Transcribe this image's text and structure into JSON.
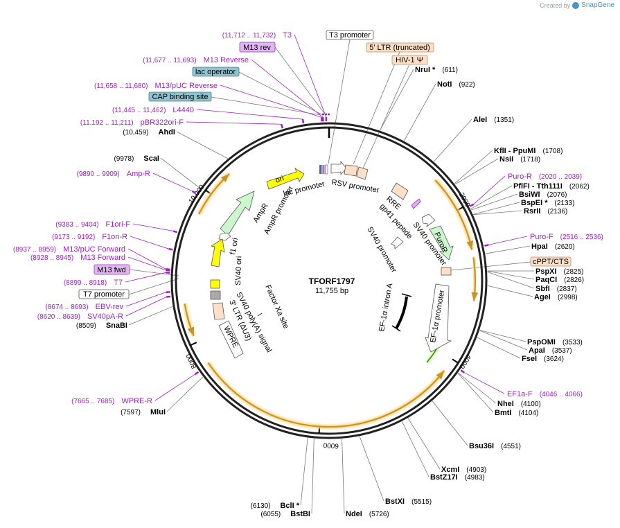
{
  "header": {
    "created_by": "Created by",
    "brand": "SnapGene"
  },
  "plasmid": {
    "name": "TFORF1797",
    "length": "11,755 bp",
    "total_bp": 11755
  },
  "ruler": [
    {
      "bp": 2000,
      "label": "2000"
    },
    {
      "bp": 4000,
      "label": "4000"
    },
    {
      "bp": 6000,
      "label": "6000"
    },
    {
      "bp": 8000,
      "label": "8000"
    },
    {
      "bp": 10000,
      "label": "10,000"
    }
  ],
  "sites": [
    {
      "name": "NruI",
      "pos": "(611)",
      "star": true,
      "bp": 611
    },
    {
      "name": "NotI",
      "pos": "(922)",
      "bp": 922
    },
    {
      "name": "AleI",
      "pos": "(1351)",
      "bp": 1351
    },
    {
      "name": "KflI - PpuMI",
      "pos": "(1708)",
      "bp": 1708
    },
    {
      "name": "NsiI",
      "pos": "(1718)",
      "bp": 1718
    },
    {
      "name": "PflFI - Tth111I",
      "pos": "(2062)",
      "bp": 2062
    },
    {
      "name": "BsiWI",
      "pos": "(2076)",
      "bp": 2076
    },
    {
      "name": "BspEI",
      "pos": "(2133)",
      "star": true,
      "bp": 2133
    },
    {
      "name": "RsrII",
      "pos": "(2136)",
      "bp": 2136
    },
    {
      "name": "HpaI",
      "pos": "(2620)",
      "bp": 2620
    },
    {
      "name": "PspXI",
      "pos": "(2825)",
      "bp": 2825
    },
    {
      "name": "PaqCI",
      "pos": "(2826)",
      "bp": 2826
    },
    {
      "name": "SbfI",
      "pos": "(2837)",
      "bp": 2837
    },
    {
      "name": "AgeI",
      "pos": "(2998)",
      "bp": 2998
    },
    {
      "name": "PspOMI",
      "pos": "(3533)",
      "bp": 3533
    },
    {
      "name": "ApaI",
      "pos": "(3537)",
      "bp": 3537
    },
    {
      "name": "FseI",
      "pos": "(3624)",
      "bp": 3624
    },
    {
      "name": "NheI",
      "pos": "(4100)",
      "bp": 4100
    },
    {
      "name": "BmtI",
      "pos": "(4104)",
      "bp": 4104
    },
    {
      "name": "Bsu36I",
      "pos": "(4551)",
      "bp": 4551
    },
    {
      "name": "XcmI",
      "pos": "(4903)",
      "bp": 4903
    },
    {
      "name": "BstZ17I",
      "pos": "(4983)",
      "bp": 4983
    },
    {
      "name": "BstXI",
      "pos": "(5515)",
      "bp": 5515
    },
    {
      "name": "NdeI",
      "pos": "(5726)",
      "bp": 5726
    },
    {
      "name": "BstBI",
      "pos": "(6055)",
      "bp": 6055
    },
    {
      "name": "BclI",
      "pos": "(6130)",
      "star": true,
      "bp": 6130
    },
    {
      "name": "MluI",
      "pos": "(7597)",
      "bp": 7597
    },
    {
      "name": "SnaBI",
      "pos": "(8509)",
      "bp": 8509
    },
    {
      "name": "ScaI",
      "pos": "(9978)",
      "bp": 9978
    },
    {
      "name": "AhdI",
      "pos": "(10,459)",
      "bp": 10459
    }
  ],
  "primers": [
    {
      "name": "T3",
      "range": "(11,712 .. 11,732)",
      "bp": 11722
    },
    {
      "name": "M13 Reverse",
      "range": "(11,677 .. 11,693)",
      "bp": 11685
    },
    {
      "name": "M13/pUC Reverse",
      "range": "(11,658 .. 11,680)",
      "bp": 11669
    },
    {
      "name": "L4440",
      "range": "(11,445 .. 11,462)",
      "bp": 11453
    },
    {
      "name": "pBR322ori-F",
      "range": "(11,192 .. 11,211)",
      "bp": 11201
    },
    {
      "name": "Amp-R",
      "range": "(9890 .. 9909)",
      "bp": 9900
    },
    {
      "name": "F1ori-F",
      "range": "(9383 .. 9404)",
      "bp": 9393
    },
    {
      "name": "F1ori-R",
      "range": "(9173 .. 9192)",
      "bp": 9182
    },
    {
      "name": "M13/pUC Forward",
      "range": "(8937 .. 8959)",
      "bp": 8948
    },
    {
      "name": "M13 Forward",
      "range": "(8928 .. 8945)",
      "bp": 8936
    },
    {
      "name": "T7",
      "range": "(8899 .. 8918)",
      "bp": 8908
    },
    {
      "name": "EBV-rev",
      "range": "(8674 .. 8693)",
      "bp": 8683
    },
    {
      "name": "SV40pA-R",
      "range": "(8620 .. 8639)",
      "bp": 8630
    },
    {
      "name": "WPRE-R",
      "range": "(7665 .. 7685)",
      "bp": 7675
    },
    {
      "name": "Puro-R",
      "range": "(2020 .. 2039)",
      "bp": 2030
    },
    {
      "name": "Puro-F",
      "range": "(2516 .. 2536)",
      "bp": 2526
    },
    {
      "name": "EF1a-F",
      "range": "(4046 .. 4066)",
      "bp": 4056
    }
  ],
  "boxed_labels": [
    {
      "text": "T3 promoter",
      "kind": "promoter"
    },
    {
      "text": "5' LTR (truncated)",
      "kind": "ltr"
    },
    {
      "text": "HIV-1 Ψ",
      "kind": "ltr"
    },
    {
      "text": "M13 rev",
      "kind": "primer_bind"
    },
    {
      "text": "lac operator",
      "kind": "operator"
    },
    {
      "text": "CAP binding site",
      "kind": "operator"
    },
    {
      "text": "cPPT/CTS",
      "kind": "ltr"
    },
    {
      "text": "M13 fwd",
      "kind": "primer_bind"
    },
    {
      "text": "T7 promoter",
      "kind": "promoter"
    }
  ],
  "features": {
    "ori": "ori",
    "ampr": "AmpR",
    "ampr_promoter": "AmpR promoter",
    "f1_ori": "f1 ori",
    "sv40_ori": "SV40 ori",
    "lac_promoter": "lac promoter",
    "rsv_promoter": "RSV promoter",
    "rre": "RRE",
    "gp41": "gp41 peptide",
    "sv40_promoter_1": "SV40 promoter",
    "sv40_promoter_2": "SV40 promoter",
    "puror": "PuroR",
    "ef1a_promoter": "EF-1α promoter",
    "ef1a_intron": "EF-1α intron A",
    "factor_xa": "Factor Xa site",
    "sv40_polya": "SV40 poly(A) signal",
    "ltr3": "3' LTR (ΔU3)",
    "wpre": "WPRE"
  },
  "colors": {
    "primer": "#a11cc8",
    "promoter_box": "#ffffff",
    "ltr_box": "#fde0c7",
    "operator_box": "#8fc3cf",
    "primer_bind_box": "#e2b6f2",
    "orf_arrow": "#c89328",
    "orf_glow": "#ffd98a",
    "ori_yellow": "#ffff00",
    "ampr_green": "#ccf7cc"
  }
}
